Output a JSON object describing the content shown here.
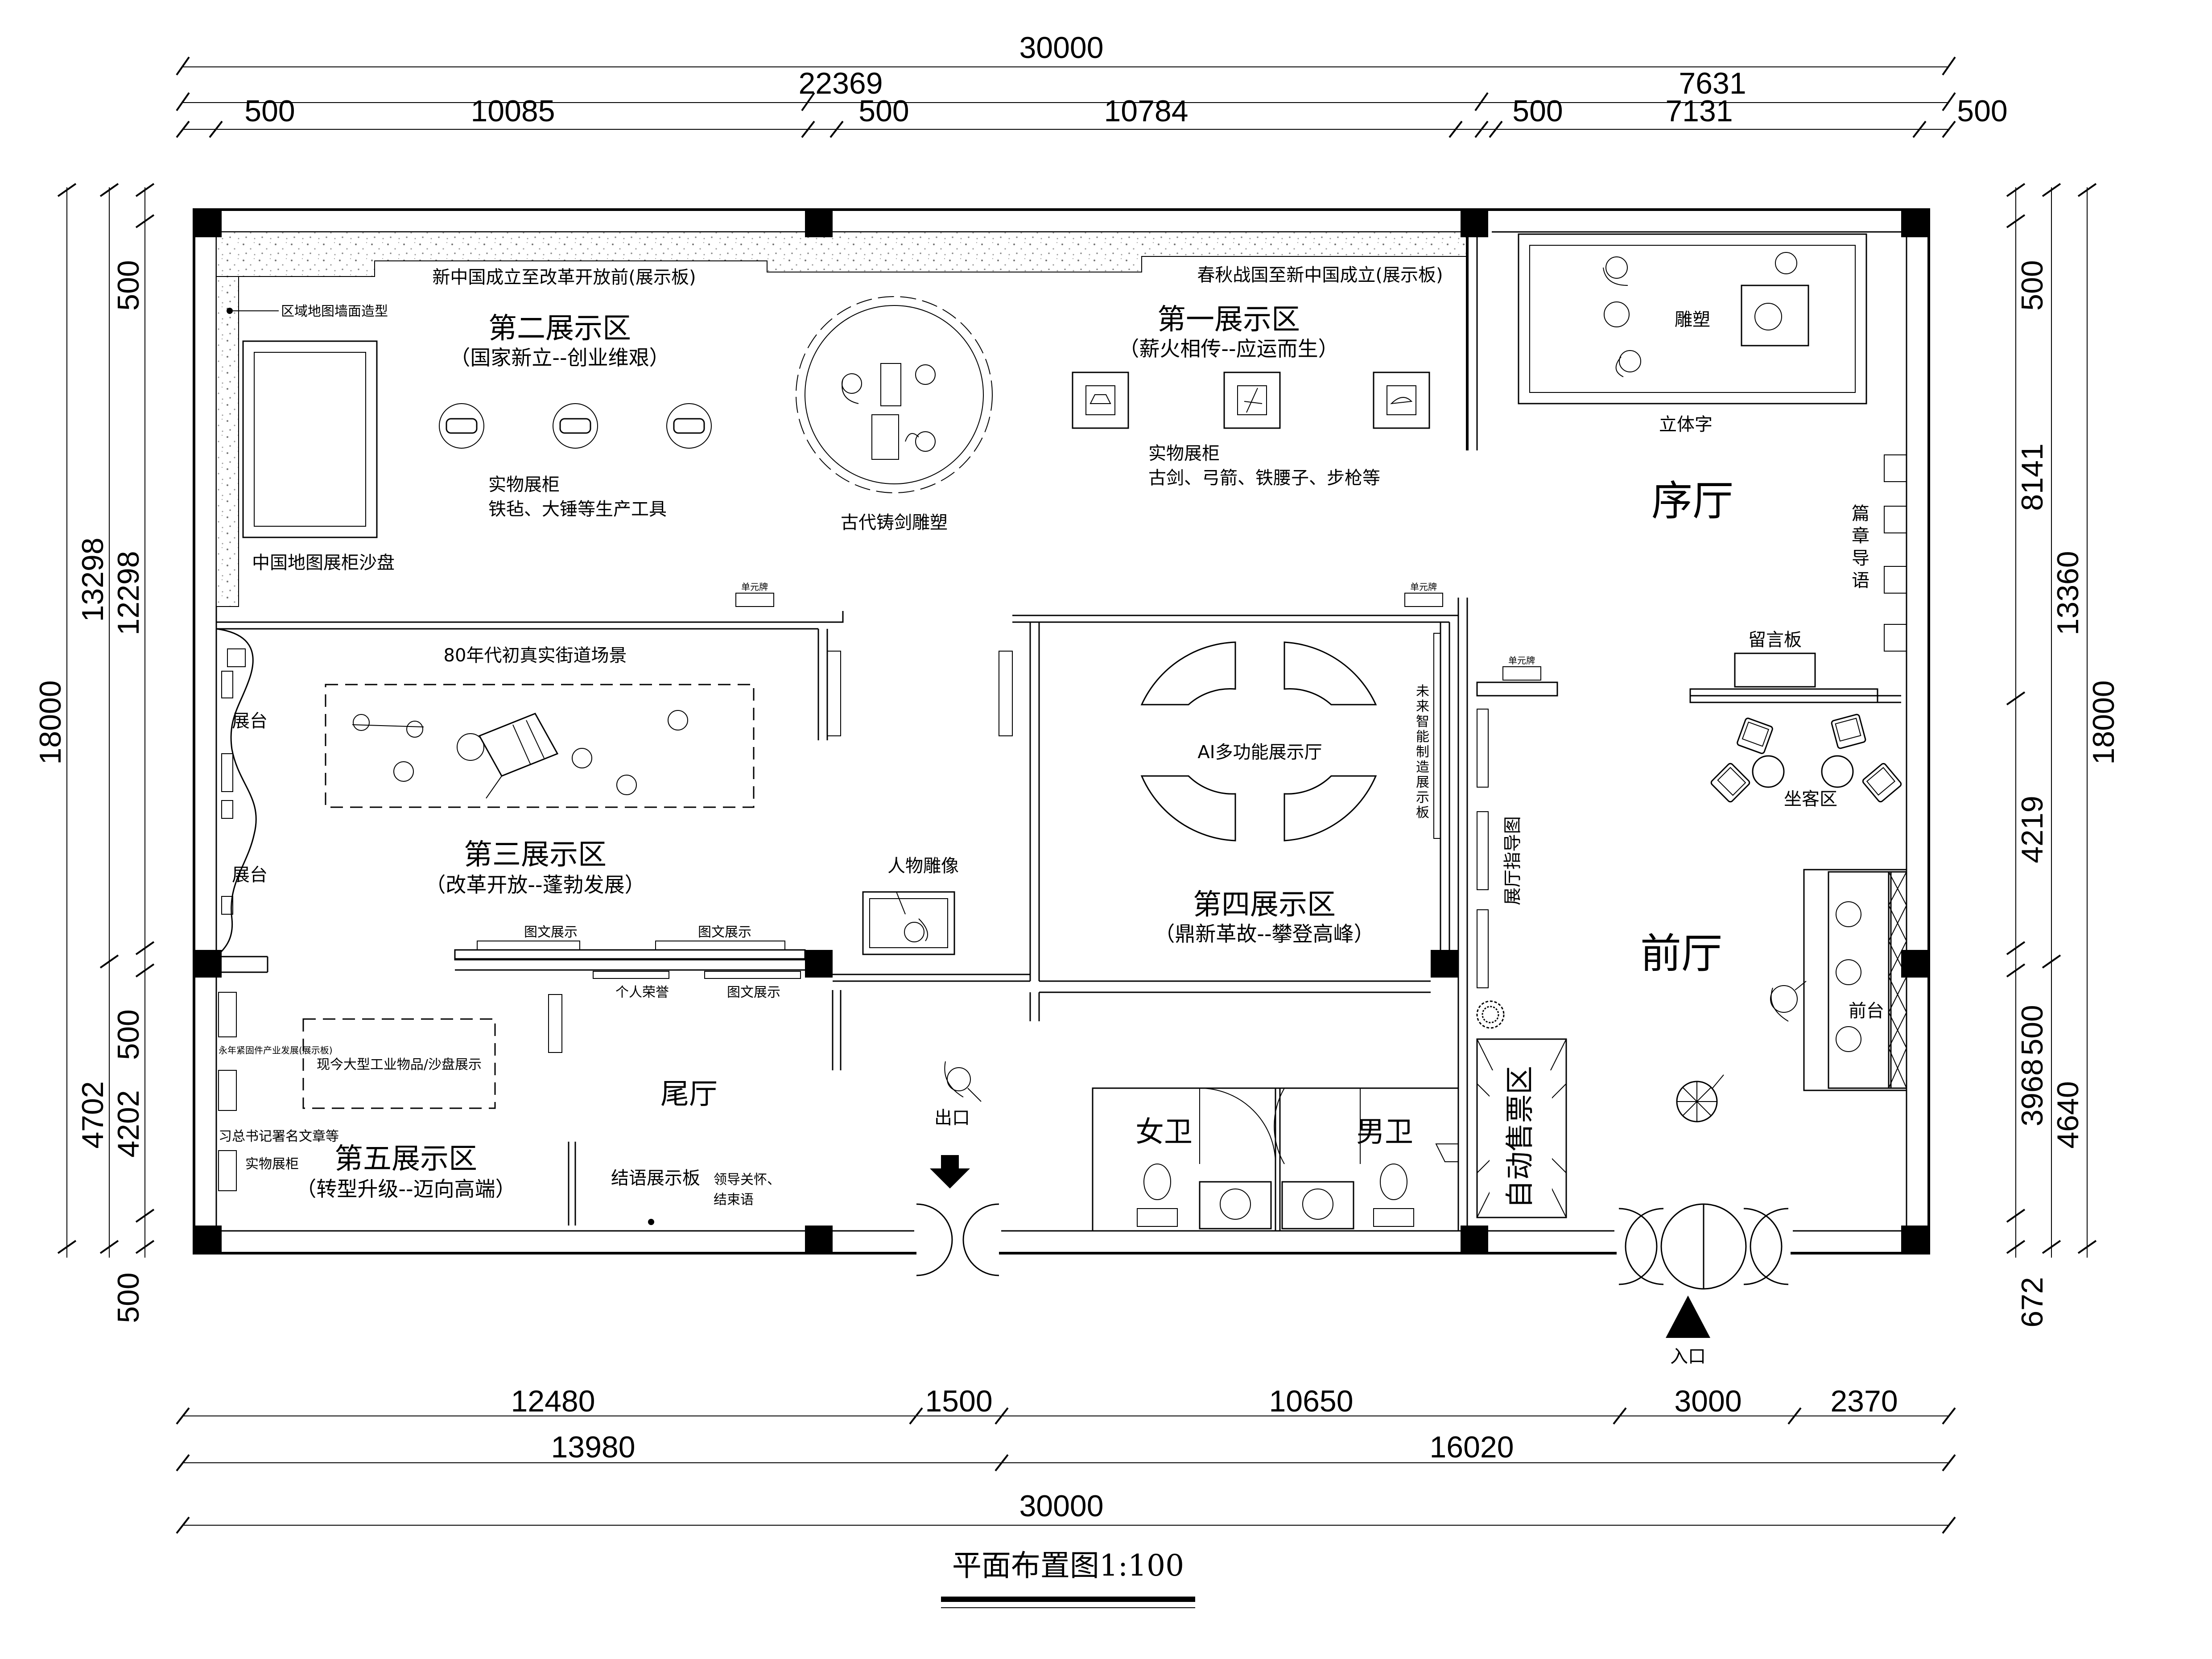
{
  "drawing": {
    "title": "平面布置图1:100"
  },
  "dimensions": {
    "top_total": "30000",
    "top_left_group": "22369",
    "top_right_group": "7631",
    "top_segments": [
      "500",
      "10085",
      "500",
      "10784",
      "500",
      "7131",
      "500"
    ],
    "bottom_row1": [
      "12480",
      "1500",
      "10650",
      "3000",
      "2370"
    ],
    "bottom_row2": [
      "13980",
      "16020"
    ],
    "bottom_total": "30000",
    "left_total": "18000",
    "left_outer": [
      "13298",
      "4702"
    ],
    "left_inner": [
      "500",
      "12298",
      "500",
      "4202",
      "500"
    ],
    "right_total": "18000",
    "right_outer": [
      "13360",
      "4640"
    ],
    "right_inner": [
      "500",
      "8141",
      "4219",
      "500",
      "3968",
      "672"
    ]
  },
  "zones": {
    "zone1": {
      "title": "第一展示区",
      "subtitle": "（薪火相传--应运而生）"
    },
    "zone2": {
      "title": "第二展示区",
      "subtitle": "（国家新立--创业维艰）"
    },
    "zone3": {
      "title": "第三展示区",
      "subtitle": "（改革开放--蓬勃发展）"
    },
    "zone4": {
      "title": "第四展示区",
      "subtitle": "（鼎新革故--攀登高峰）"
    },
    "zone5": {
      "title": "第五展示区",
      "subtitle": "（转型升级--迈向高端）"
    }
  },
  "halls": {
    "prelude": "序厅",
    "front": "前厅",
    "tail": "尾厅"
  },
  "labels": {
    "board_zone2": "新中国成立至改革开放前(展示板)",
    "board_zone1": "春秋战国至新中国成立(展示板)",
    "map_wall": "区域地图墙面造型",
    "china_map": "中国地图展柜沙盘",
    "cabinet_zone2_title": "实物展柜",
    "cabinet_zone2_desc": "铁毡、大锤等生产工具",
    "sword_sculpture": "古代铸剑雕塑",
    "cabinet_zone1_title": "实物展柜",
    "cabinet_zone1_desc": "古剑、弓箭、铁腰子、步枪等",
    "sculpture": "雕塑",
    "solid_text": "立体字",
    "chapter_guide": "篇章导语",
    "message_board": "留言板",
    "lounge": "坐客区",
    "street_scene": "80年代初真实街道场景",
    "stage1": "展台",
    "stage2": "展台",
    "unit_plate": "单元牌",
    "ai_hall": "AI多功能展示厅",
    "future_board": "未来智能制造展示板",
    "hall_guide": "展厅指导图",
    "figure_statue": "人物雕像",
    "graphic1": "图文展示",
    "graphic2": "图文展示",
    "graphic3": "图文展示",
    "honor": "个人荣誉",
    "industrial": "现今大型工业物品/沙盘展示",
    "left_board": "永年紧固件产业发展(展示板)",
    "left_articles": "习总书记署名文章等",
    "left_cabinet": "实物展柜",
    "conclusion": "结语展示板",
    "leader_care": "领导关怀、",
    "closing": "结束语",
    "women_wc": "女卫",
    "men_wc": "男卫",
    "ticket": "自动售票区",
    "reception": "前台",
    "exit": "出口",
    "entrance": "入口"
  }
}
